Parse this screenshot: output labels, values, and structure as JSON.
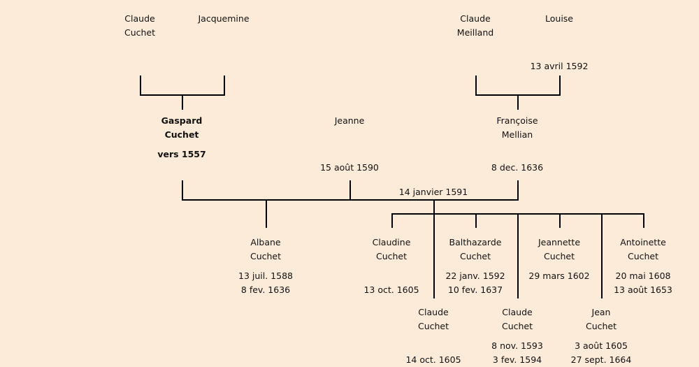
{
  "grandparents": {
    "paternal_father": {
      "first": "Claude",
      "last": "Cuchet"
    },
    "paternal_mother": {
      "first": "Jacquemine"
    },
    "maternal_father": {
      "first": "Claude",
      "last": "Meilland"
    },
    "maternal_mother": {
      "first": "Louise",
      "date": "13 avril 1592"
    }
  },
  "main": {
    "person": {
      "first": "Gaspard",
      "last": "Cuchet",
      "birth": "vers 1557"
    },
    "spouse1": {
      "first": "Jeanne",
      "date": "15 août 1590"
    },
    "spouse2": {
      "first": "Françoise",
      "last": "Mellian",
      "date": "8 dec. 1636"
    },
    "marriage2_date": "14 janvier 1591"
  },
  "children_first_marriage": [
    {
      "first": "Albane",
      "last": "Cuchet",
      "birth": "13 juil. 1588",
      "death": "8 fev. 1636"
    }
  ],
  "children_second_marriage": [
    {
      "first": "Claudine",
      "last": "Cuchet",
      "birth": "",
      "death": "13 oct. 1605"
    },
    {
      "first": "Claude",
      "last": "Cuchet",
      "birth": "",
      "death": "14 oct. 1605"
    },
    {
      "first": "Balthazarde",
      "last": "Cuchet",
      "birth": "22 janv. 1592",
      "death": "10 fev. 1637"
    },
    {
      "first": "Claude",
      "last": "Cuchet",
      "birth": "8 nov. 1593",
      "death": "3 fev. 1594"
    },
    {
      "first": "Jeannette",
      "last": "Cuchet",
      "birth": "29 mars 1602",
      "death": ""
    },
    {
      "first": "Jean",
      "last": "Cuchet",
      "birth": "3 août 1605",
      "death": "27 sept. 1664"
    },
    {
      "first": "Antoinette",
      "last": "Cuchet",
      "birth": "20 mai 1608",
      "death": "13 août 1653"
    }
  ]
}
